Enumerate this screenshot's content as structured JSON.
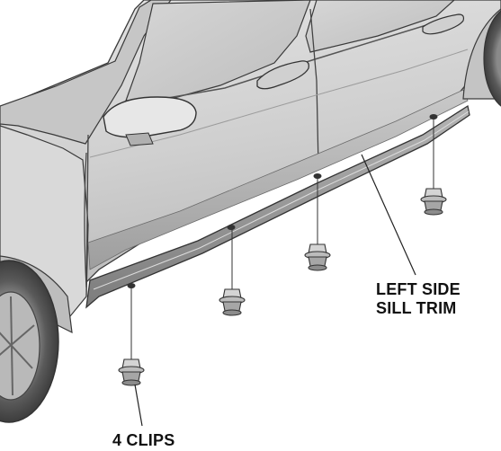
{
  "figure": {
    "labels": {
      "sill_trim_line1": "LEFT SIDE",
      "sill_trim_line2": "SILL TRIM",
      "clips": "4 CLIPS"
    },
    "clip_count": 4,
    "colors": {
      "body_light": "#d8d8d8",
      "body_mid": "#c2c2c2",
      "body_dark": "#9a9a9a",
      "trim": "#8d8d8d",
      "outline": "#3a3a3a",
      "tire": "#4a4a4a",
      "leader": "#222222"
    }
  }
}
